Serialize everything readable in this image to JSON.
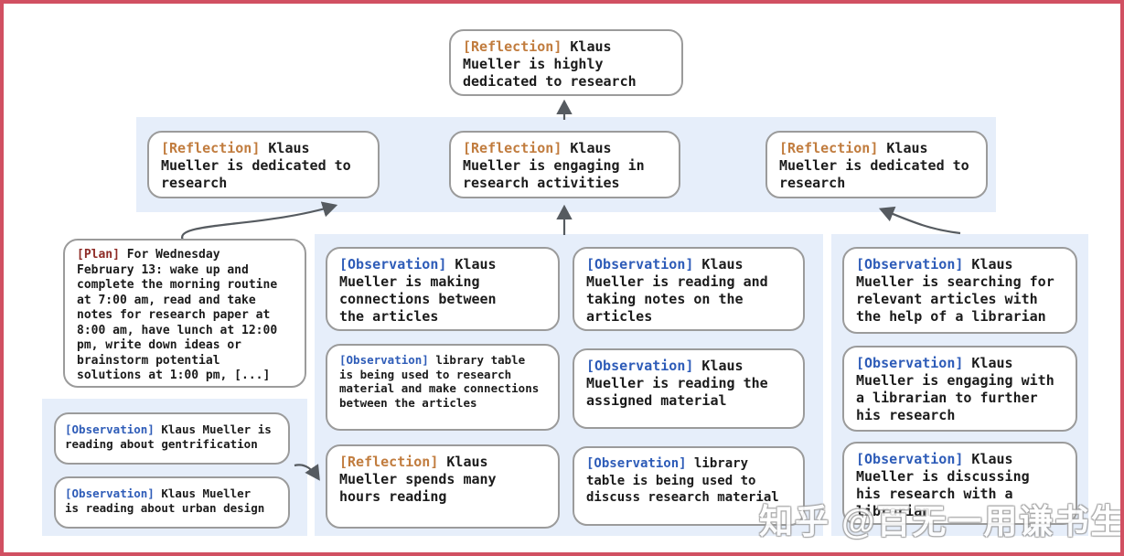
{
  "colors": {
    "page_border": "#d15062",
    "band_bg": "#e6eefa",
    "node_border": "#9b9b9b",
    "node_bg": "#ffffff",
    "text": "#1b1b1b",
    "arrow": "#565b60",
    "reflection_label": "#c17c3e",
    "observation_label": "#2e5cb8",
    "plan_label": "#8e2b26",
    "watermark": "#ffffff"
  },
  "watermark": {
    "text": "知乎 @百无一用谦书生"
  },
  "nodes": {
    "top_reflection": {
      "label": "[Reflection]",
      "body": " Klaus\nMueller is highly\ndedicated to research"
    },
    "row2": [
      {
        "label": "[Reflection]",
        "body": " Klaus\nMueller is dedicated to\nresearch"
      },
      {
        "label": "[Reflection]",
        "body": " Klaus\nMueller is engaging in\nresearch activities"
      },
      {
        "label": "[Reflection]",
        "body": " Klaus\nMueller is dedicated to\nresearch"
      }
    ],
    "plan": {
      "label": "[Plan]",
      "body": " For Wednesday\nFebruary 13: wake up and\ncomplete the morning routine\nat 7:00 am, read and take\nnotes for research paper at\n8:00 am, have lunch at 12:00\npm, write down ideas or\nbrainstorm potential\nsolutions at 1:00 pm, [...]"
    },
    "left_band": [
      {
        "label": "[Observation]",
        "body": " Klaus Mueller is\nreading about gentrification"
      },
      {
        "label": "[Observation]",
        "body": " Klaus Mueller\nis reading about urban design"
      }
    ],
    "mid_col_a": [
      {
        "label": "[Observation]",
        "body": " Klaus\nMueller is making\nconnections between\nthe articles"
      },
      {
        "label": "[Observation]",
        "body": " library table\nis being used to research\nmaterial and make connections\nbetween the articles"
      },
      {
        "label": "[Reflection]",
        "body": " Klaus\nMueller spends many\nhours reading"
      }
    ],
    "mid_col_b": [
      {
        "label": "[Observation]",
        "body": " Klaus\nMueller is reading and\ntaking notes on the\narticles"
      },
      {
        "label": "[Observation]",
        "body": " Klaus\nMueller is reading the\nassigned material"
      },
      {
        "label": "[Observation]",
        "body": " library\ntable is being used to\ndiscuss research material"
      }
    ],
    "right_band": [
      {
        "label": "[Observation]",
        "body": " Klaus\nMueller is searching for\nrelevant articles with\nthe help of a librarian"
      },
      {
        "label": "[Observation]",
        "body": " Klaus\nMueller is engaging with\na librarian to further\nhis research"
      },
      {
        "label": "[Observation]",
        "body": " Klaus\nMueller is discussing\nhis research with a\nlibrarian"
      }
    ]
  }
}
